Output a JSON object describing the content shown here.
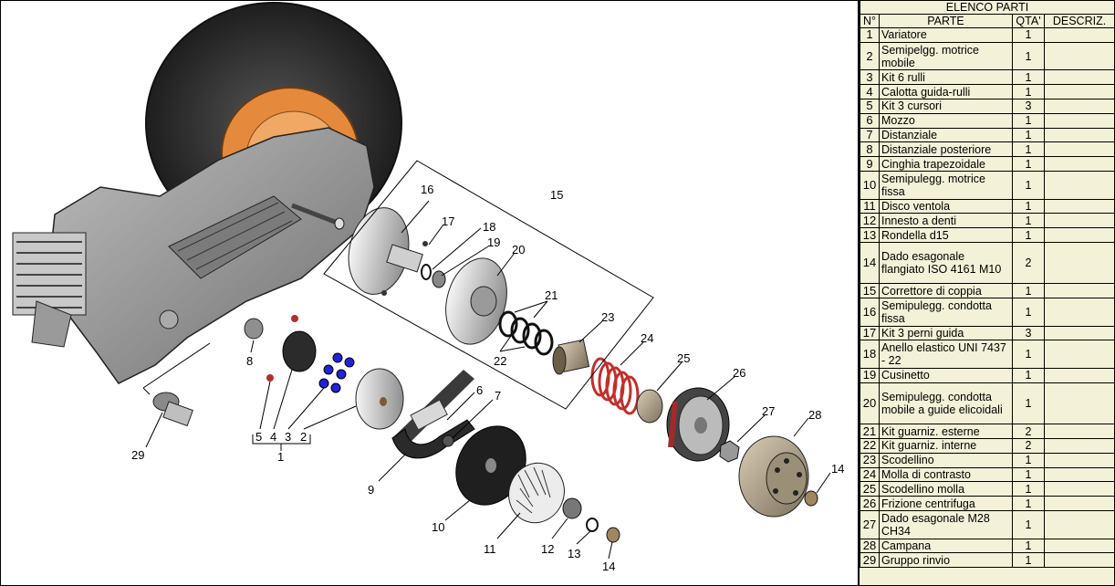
{
  "bom": {
    "title": "ELENCO PARTI",
    "headers": {
      "num": "N°",
      "part": "PARTE",
      "qty": "QTA'",
      "desc": "DESCRIZ."
    },
    "rows": [
      {
        "num": "1",
        "part": "Variatore",
        "qty": "1",
        "desc": "",
        "lines": 1
      },
      {
        "num": "2",
        "part": "Semipelgg. motrice mobile",
        "qty": "1",
        "desc": "",
        "lines": 2
      },
      {
        "num": "3",
        "part": "Kit 6 rulli",
        "qty": "1",
        "desc": "",
        "lines": 1
      },
      {
        "num": "4",
        "part": "Calotta guida-rulli",
        "qty": "1",
        "desc": "",
        "lines": 1
      },
      {
        "num": "5",
        "part": "Kit 3 cursori",
        "qty": "3",
        "desc": "",
        "lines": 1
      },
      {
        "num": "6",
        "part": "Mozzo",
        "qty": "1",
        "desc": "",
        "lines": 1
      },
      {
        "num": "7",
        "part": "Distanziale",
        "qty": "1",
        "desc": "",
        "lines": 1
      },
      {
        "num": "8",
        "part": "Distanziale posteriore",
        "qty": "1",
        "desc": "",
        "lines": 1
      },
      {
        "num": "9",
        "part": "Cinghia trapezoidale",
        "qty": "1",
        "desc": "",
        "lines": 1
      },
      {
        "num": "10",
        "part": "Semipulegg. motrice fissa",
        "qty": "1",
        "desc": "",
        "lines": 2
      },
      {
        "num": "11",
        "part": "Disco ventola",
        "qty": "1",
        "desc": "",
        "lines": 1
      },
      {
        "num": "12",
        "part": "Innesto a denti",
        "qty": "1",
        "desc": "",
        "lines": 1
      },
      {
        "num": "13",
        "part": "Rondella d15",
        "qty": "1",
        "desc": "",
        "lines": 1
      },
      {
        "num": "14",
        "part": "Dado esagonale flangiato ISO 4161 M10",
        "qty": "2",
        "desc": "",
        "lines": 3
      },
      {
        "num": "15",
        "part": "Correttore di coppia",
        "qty": "1",
        "desc": "",
        "lines": 1
      },
      {
        "num": "16",
        "part": "Semipulegg. condotta fissa",
        "qty": "1",
        "desc": "",
        "lines": 2
      },
      {
        "num": "17",
        "part": "Kit 3 perni guida",
        "qty": "3",
        "desc": "",
        "lines": 1
      },
      {
        "num": "18",
        "part": "Anello elastico UNI 7437 - 22",
        "qty": "1",
        "desc": "",
        "lines": 2
      },
      {
        "num": "19",
        "part": "Cusinetto",
        "qty": "1",
        "desc": "",
        "lines": 1
      },
      {
        "num": "20",
        "part": "Semipulegg. condotta mobile a guide elicoidali",
        "qty": "1",
        "desc": "",
        "lines": 3
      },
      {
        "num": "21",
        "part": "Kit guarniz. esterne",
        "qty": "2",
        "desc": "",
        "lines": 1
      },
      {
        "num": "22",
        "part": "Kit guarniz. interne",
        "qty": "2",
        "desc": "",
        "lines": 1
      },
      {
        "num": "23",
        "part": "Scodellino",
        "qty": "1",
        "desc": "",
        "lines": 1
      },
      {
        "num": "24",
        "part": "Molla di contrasto",
        "qty": "1",
        "desc": "",
        "lines": 1
      },
      {
        "num": "25",
        "part": "Scodellino molla",
        "qty": "1",
        "desc": "",
        "lines": 1
      },
      {
        "num": "26",
        "part": "Frizione centrifuga",
        "qty": "1",
        "desc": "",
        "lines": 1
      },
      {
        "num": "27",
        "part": "Dado esagonale M28 CH34",
        "qty": "1",
        "desc": "",
        "lines": 2
      },
      {
        "num": "28",
        "part": "Campana",
        "qty": "1",
        "desc": "",
        "lines": 1
      },
      {
        "num": "29",
        "part": "Gruppo rinvio",
        "qty": "1",
        "desc": "",
        "lines": 1
      }
    ]
  },
  "balloons": {
    "b1": "1",
    "b2": "2",
    "b3": "3",
    "b4": "4",
    "b5": "5",
    "b6": "6",
    "b7": "7",
    "b8": "8",
    "b9": "9",
    "b10": "10",
    "b11": "11",
    "b12": "12",
    "b13": "13",
    "b14a": "14",
    "b14b": "14",
    "b15": "15",
    "b16": "16",
    "b17": "17",
    "b18": "18",
    "b19": "19",
    "b20": "20",
    "b21": "21",
    "b22": "22",
    "b23": "23",
    "b24": "24",
    "b25": "25",
    "b26": "26",
    "b27": "27",
    "b28": "28",
    "b29": "29"
  },
  "colors": {
    "panel_bg": "#f3f1d8",
    "tire": "#3a3a3a",
    "rim": "#e58a3c",
    "casing": "#9b9b9b",
    "spring": "#c0302c",
    "rollers": "#2222dd",
    "belt": "#2a2a2a"
  }
}
